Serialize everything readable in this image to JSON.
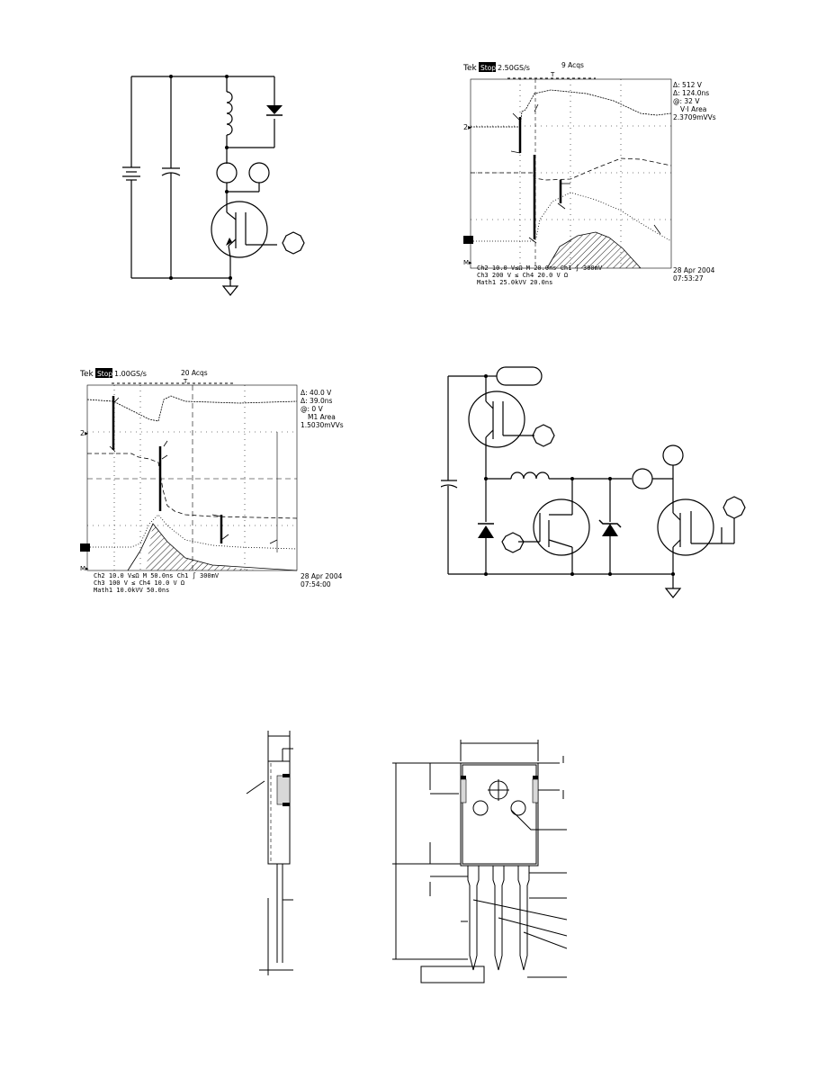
{
  "scope1": {
    "header": {
      "brand": "Tek",
      "mode": "Stop",
      "rate": "2.50GS/s",
      "acqs": "9 Acqs"
    },
    "readouts": [
      "Δ: 512 V",
      "Δ: 124.0ns",
      "@: 32 V",
      "V·I Area",
      "2.3709mVVs"
    ],
    "trig_marker": "T",
    "bottom": [
      "Ch2    10.0 V≤Ω  M 20.0ns  Ch1 ∫  300mV",
      "Ch3    200 V  ≤  Ch4    20.0 V  Ω",
      "Math1    25.0kVV      20.0ns"
    ],
    "date": "28 Apr 2004",
    "time": "07:53:27",
    "ch_labels": [
      "2▸",
      "3▸",
      "M▸"
    ]
  },
  "scope2": {
    "header": {
      "brand": "Tek",
      "mode": "Stop",
      "rate": "1.00GS/s",
      "acqs": "20 Acqs"
    },
    "readouts": [
      "Δ: 40.0 V",
      "Δ: 39.0ns",
      "@: 0 V",
      "M1 Area",
      "1.5030mVVs"
    ],
    "trig_marker": "T",
    "bottom": [
      "Ch2    10.0 V≤Ω  M 50.0ns  Ch1 ∫  300mV",
      "Ch3    100 V  ≤  Ch4    10.0 V  Ω",
      "Math1    10.0kVV      50.0ns"
    ],
    "date": "28 Apr 2004",
    "time": "07:54:00",
    "ch_labels": [
      "2▸",
      "3▸",
      "M▸"
    ]
  },
  "chart_data": [
    {
      "type": "line",
      "title": "",
      "series": []
    },
    {
      "type": "line",
      "title": "",
      "series": []
    }
  ]
}
